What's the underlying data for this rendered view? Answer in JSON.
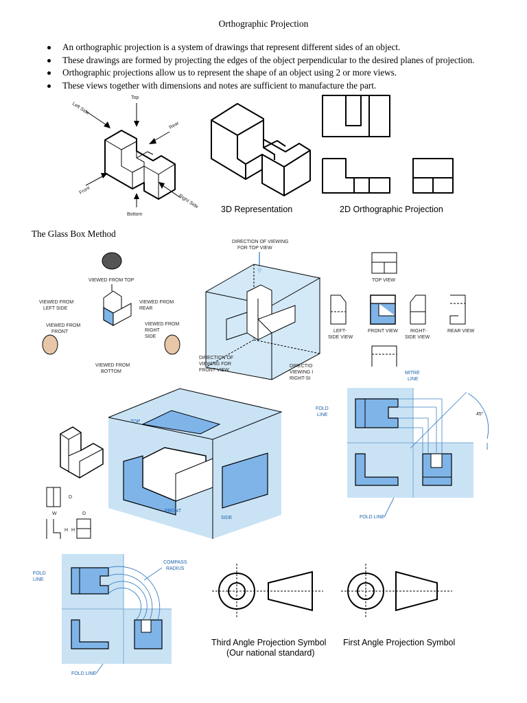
{
  "title": "Orthographic Projection",
  "bullets": [
    "An orthographic projection is a system of drawings that represent different sides of an object.",
    "These drawings are formed by projecting the edges of the object perpendicular to the desired planes of projection.",
    "Orthographic projections allow us to represent the shape of an object using 2 or more views.",
    "These views together with dimensions and notes are sufficient to manufacture the part."
  ],
  "fig1": {
    "labels": {
      "top": "Top",
      "left_side": "Left Side",
      "rear": "Rear",
      "front": "Front",
      "bottom": "Bottom",
      "right_side": "Right Side"
    },
    "caption_3d": "3D Representation",
    "caption_2d": "2D Orthographic Projection"
  },
  "glass_heading": "The Glass Box Method",
  "fig2": {
    "viewed_from_top": "VIEWED FROM TOP",
    "viewed_from_left_1": "VIEWED FROM",
    "viewed_from_left_2": "LEFT SIDE",
    "viewed_from_rear_1": "VIEWED FROM",
    "viewed_from_rear_2": "REAR",
    "viewed_from_front_1": "VIEWED FROM",
    "viewed_from_front_2": "FRONT",
    "viewed_from_right_1": "VIEWED FROM",
    "viewed_from_right_2": "RIGHT",
    "viewed_from_right_3": "SIDE",
    "viewed_from_bottom_1": "VIEWED FROM",
    "viewed_from_bottom_2": "BOTTOM",
    "dir_top_1": "DIRECTION OF VIEWING",
    "dir_top_2": "FOR TOP VIEW",
    "dir_front_1": "DIRECTION OF",
    "dir_front_2": "VIEWING FOR",
    "dir_front_3": "FRONT VIEW",
    "dir_right_1": "DIRECTIO",
    "dir_right_2": "VIEWING I",
    "dir_right_3": "RIGHT-SI",
    "top_view": "TOP VIEW",
    "left_side_view_1": "LEFT-",
    "left_side_view_2": "SIDE VIEW",
    "front_view": "FRONT VIEW",
    "right_side_view_1": "RIGHT-",
    "right_side_view_2": "SIDE VIEW",
    "rear_view": "REAR VIEW"
  },
  "fig3": {
    "top": "TOP",
    "front": "FRONT",
    "side": "SIDE",
    "dim_w": "W",
    "dim_d": "D",
    "dim_h": "H",
    "dim_h2": "H",
    "dim_d2": "D"
  },
  "fig4": {
    "mitre_1": "MITRE",
    "mitre_2": "LINE",
    "fold_1": "FOLD",
    "fold_2": "LINE",
    "fold_bottom": "FOLD LINE",
    "angle": "45°"
  },
  "fig5": {
    "fold_1": "FOLD",
    "fold_2": "LINE",
    "compass_1": "COMPASS",
    "compass_2": "RADIUS",
    "fold_bottom": "FOLD LINE"
  },
  "symbols": {
    "third_1": "Third Angle Projection Symbol",
    "third_2": "(Our national standard)",
    "first": "First Angle Projection Symbol"
  }
}
